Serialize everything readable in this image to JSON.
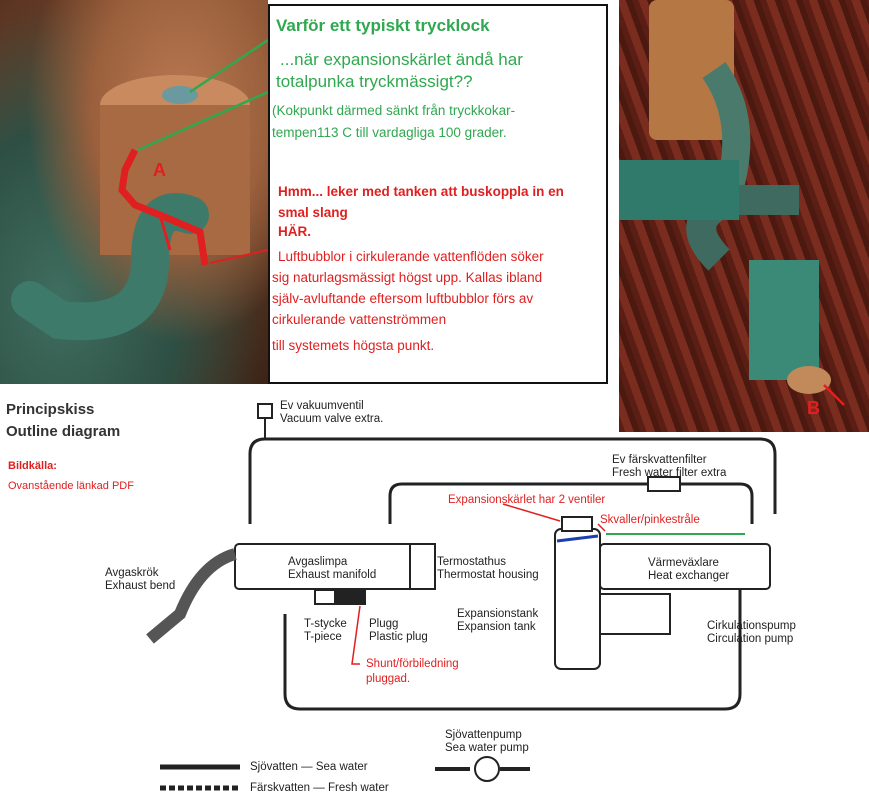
{
  "textbox": {
    "heading": "Varför ett typiskt trycklock",
    "line2": "...när expansionskärlet ändå har",
    "line3": "totalpunka tryckmässigt??",
    "line4": "(Kokpunkt därmed sänkt från tryckkokar-",
    "line5": "tempen113 C till vardagliga 100 grader.",
    "red1": "Hmm... leker med tanken att buskoppla in en",
    "red2": "smal slang",
    "red3": "HÄR.",
    "p1": "Luftbubblor i cirkulerande vattenflöden söker",
    "p2": "sig naturlagsmässigt högst upp. Kallas ibland",
    "p3": "själv-avluftande eftersom luftbubblor förs av",
    "p4": "cirkulerande vattenströmmen",
    "p5": "till systemets högsta punkt."
  },
  "photo_left": {
    "marker": "A"
  },
  "photo_right": {
    "marker": "B"
  },
  "diagram": {
    "title_sv": "Principskiss",
    "title_en": "Outline diagram",
    "source_label": "Bildkälla:",
    "source_text": "Ovanstående länkad PDF",
    "vacuum_sv": "Ev vakuumventil",
    "vacuum_en": "Vacuum valve extra.",
    "filter_sv": "Ev färskvattenfilter",
    "filter_en": "Fresh water filter extra",
    "exp_valves_note": "Expansionskärlet har 2 ventiler",
    "overflow_note": "Skvaller/pinkestråle",
    "exhaust_bend_sv": "Avgaskrök",
    "exhaust_bend_en": "Exhaust bend",
    "manifold_sv": "Avgaslimpa",
    "manifold_en": "Exhaust manifold",
    "thermostat_sv": "Termostathus",
    "thermostat_en": "Thermostat housing",
    "heat_exchanger_sv": "Värmeväxlare",
    "heat_exchanger_en": "Heat exchanger",
    "tpiece_sv": "T-stycke",
    "tpiece_en": "T-piece",
    "plug_sv": "Plugg",
    "plug_en": "Plastic plug",
    "exp_tank_sv": "Expansionstank",
    "exp_tank_en": "Expansion tank",
    "circ_pump_sv": "Cirkulationspump",
    "circ_pump_en": "Circulation pump",
    "shunt_note_1": "Shunt/förbiledning",
    "shunt_note_2": "pluggad.",
    "sea_pump_sv": "Sjövattenpump",
    "sea_pump_en": "Sea water pump",
    "legend_sea": "Sjövatten — Sea water",
    "legend_fresh": "Färskvatten — Fresh water"
  },
  "colors": {
    "green": "#2fa84f",
    "red": "#e02020",
    "line": "#222222"
  }
}
